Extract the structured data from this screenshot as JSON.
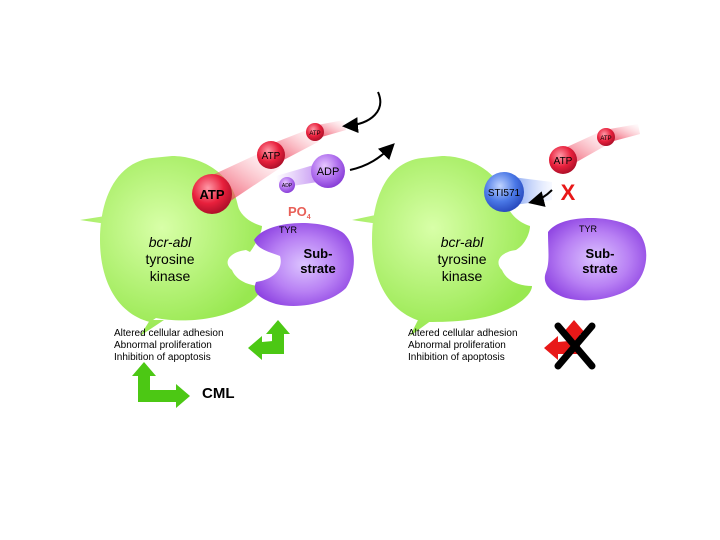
{
  "left_panel": {
    "enzyme": {
      "line1": "bcr-abl",
      "line2": "tyrosine",
      "line3": "kinase"
    },
    "atp_big": "ATP",
    "atp_mid": "ATP",
    "atp_small": "ATP",
    "adp_big": "ADP",
    "adp_small": "ADP",
    "phosphate": "PO",
    "phosphate_sub": "4",
    "tyr": "TYR",
    "substrate": {
      "line1": "Sub-",
      "line2": "strate"
    },
    "effects": [
      "Altered cellular adhesion",
      "Abnormal proliferation",
      "Inhibition of apoptosis"
    ],
    "outcome": "CML"
  },
  "right_panel": {
    "enzyme": {
      "line1": "bcr-abl",
      "line2": "tyrosine",
      "line3": "kinase"
    },
    "inhibitor": "STI571",
    "atp_mid": "ATP",
    "atp_small": "ATP",
    "block_mark": "X",
    "tyr": "TYR",
    "substrate": {
      "line1": "Sub-",
      "line2": "strate"
    },
    "effects": [
      "Altered cellular adhesion",
      "Abnormal proliferation",
      "Inhibition of apoptosis"
    ]
  },
  "colors": {
    "kinase_green": "#a8f060",
    "atp_red": "#e8203c",
    "adp_purple": "#a060e0",
    "substrate_purple": "#9a52e8",
    "inhibitor_blue": "#3a6ee0",
    "arrow_green": "#4cc814",
    "block_red": "#e81818"
  }
}
